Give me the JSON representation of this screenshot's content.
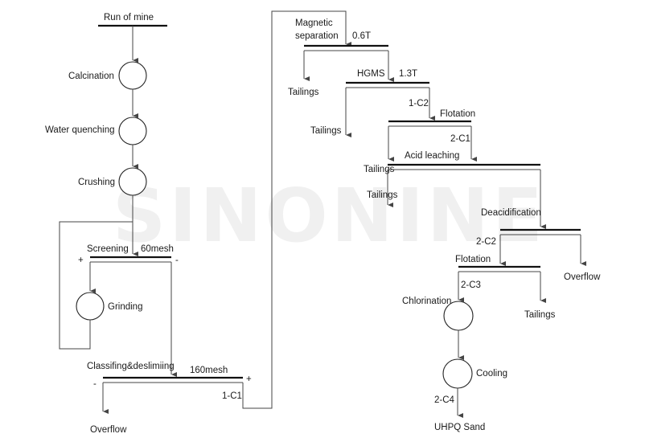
{
  "watermark": "SINONINE",
  "labels": {
    "run_of_mine": "Run of mine",
    "calcination": "Calcination",
    "water_quenching": "Water quenching",
    "crushing": "Crushing",
    "screening": "Screening",
    "screen_size": "60mesh",
    "grinding": "Grinding",
    "classifying": "Classifing&deslimiing",
    "classify_size": "160mesh",
    "c1_1": "1-C1",
    "overflow_1": "Overflow",
    "magnetic_line1": "Magnetic",
    "magnetic_line2": "separation",
    "mag_field_1": "0.6T",
    "tailings_1": "Tailings",
    "hgms": "HGMS",
    "mag_field_2": "1.3T",
    "c2_1": "1-C2",
    "flotation_1": "Flotation",
    "tailings_2": "Tailings",
    "c1_2": "2-C1",
    "acid_leaching": "Acid leaching",
    "tailings_3": "Tailings",
    "tailings_4": "Tailings",
    "deacidification": "Deacidification",
    "c2_2": "2-C2",
    "flotation_2": "Flotation",
    "overflow_2": "Overflow",
    "c3_2": "2-C3",
    "chlorination": "Chlorination",
    "tailings_5": "Tailings",
    "cooling": "Cooling",
    "c4_2": "2-C4",
    "uhpq_sand": "UHPQ Sand",
    "plus": "+",
    "minus": "-"
  }
}
